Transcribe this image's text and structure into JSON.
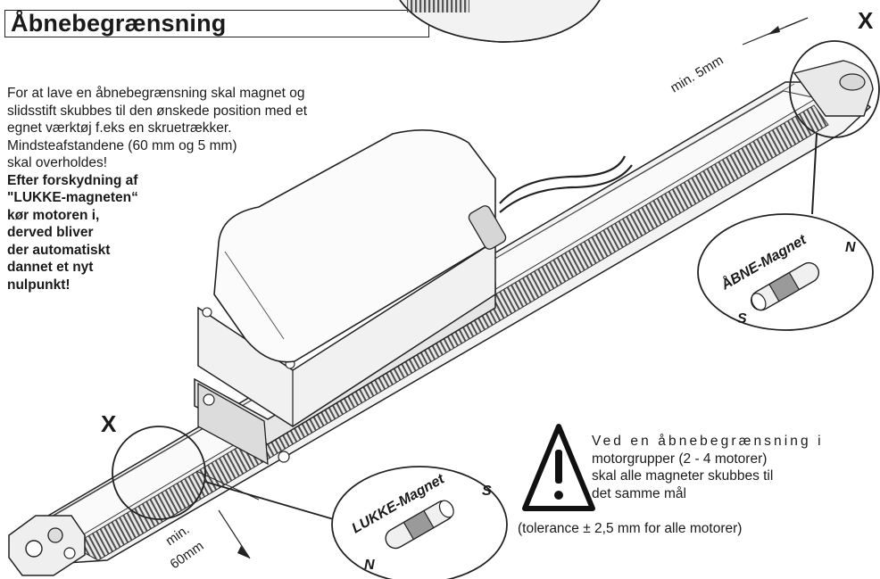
{
  "title": "Åbnebegrænsning",
  "intro": {
    "lines": [
      "For at lave en åbnebegrænsning skal magnet og",
      "slidsstift skubbes til den ønskede position med et",
      "egnet værktøj f.eks en skruetrækker.",
      "Mindsteafstandene (60 mm og 5 mm)",
      "skal overholdes!"
    ],
    "bold_lines": [
      "Efter forskydning af",
      "\"LUKKE-magneten“",
      "kør motoren i,",
      "derved bliver",
      "der automatiskt",
      "dannet et nyt",
      "nulpunkt!"
    ]
  },
  "labels": {
    "x_right": "X",
    "x_left": "X",
    "min_5mm": "min. 5mm",
    "min_60mm_line1": "min.",
    "min_60mm_line2": "60mm"
  },
  "magnets": {
    "open": {
      "label": "ÅBNE-Magnet",
      "left_pole": "S",
      "right_pole": "N"
    },
    "close": {
      "label": "LUKKE-Magnet",
      "left_pole": "N",
      "right_pole": "S"
    }
  },
  "warning": {
    "lines": [
      "Ved en åbnebegrænsning i",
      "motorgrupper (2 - 4 motorer)",
      "skal alle magneter skubbes til",
      "det samme mål"
    ],
    "tolerance": "(tolerance ± 2,5 mm for alle motorer)"
  }
}
